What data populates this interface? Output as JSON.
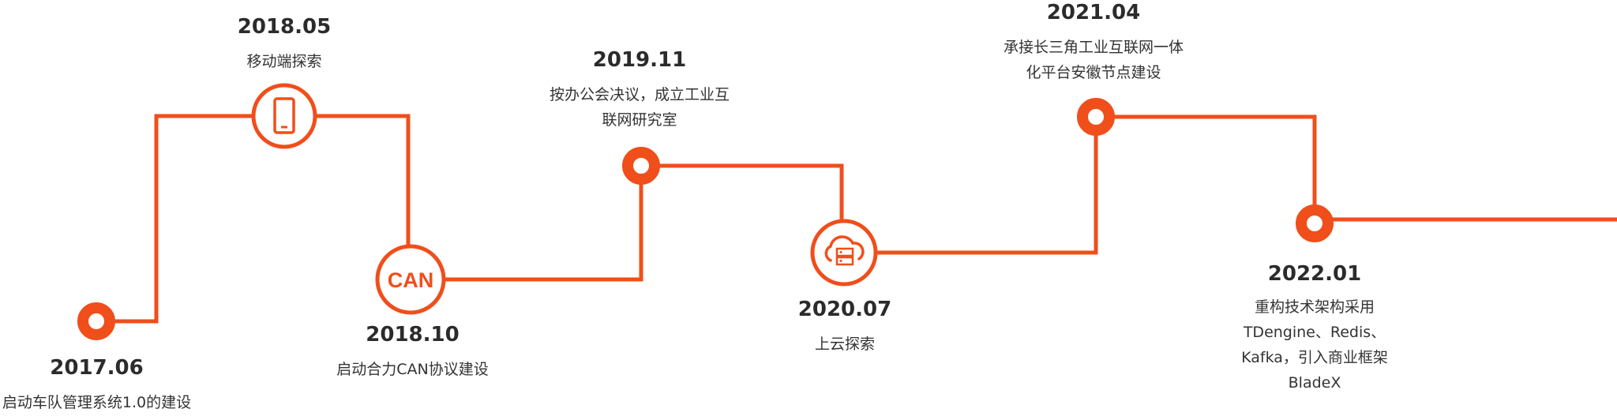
{
  "accent_color": "#f04e1b",
  "milestones": [
    {
      "id": "m2017",
      "year": "2017.06",
      "lines": [
        "启动车队管理系统1.0的建设"
      ],
      "marker": "dot"
    },
    {
      "id": "m2018a",
      "year": "2018.05",
      "lines": [
        "移动端探索"
      ],
      "marker": "phone-icon"
    },
    {
      "id": "m2018b",
      "year": "2018.10",
      "lines": [
        "启动合力CAN协议建设"
      ],
      "marker": "can-badge",
      "marker_text": "CAN"
    },
    {
      "id": "m2019",
      "year": "2019.11",
      "lines": [
        "按办公会决议，成立工业互",
        "联网研究室"
      ],
      "marker": "dot"
    },
    {
      "id": "m2020",
      "year": "2020.07",
      "lines": [
        "上云探索"
      ],
      "marker": "cloud-server-icon"
    },
    {
      "id": "m2021",
      "year": "2021.04",
      "lines": [
        "承接长三角工业互联网一体",
        "化平台安徽节点建设"
      ],
      "marker": "dot"
    },
    {
      "id": "m2022",
      "year": "2022.01",
      "lines": [
        "重构技术架构采用",
        "TDengine、Redis、",
        "Kafka，引入商业框架",
        "BladeX"
      ],
      "marker": "dot"
    }
  ]
}
